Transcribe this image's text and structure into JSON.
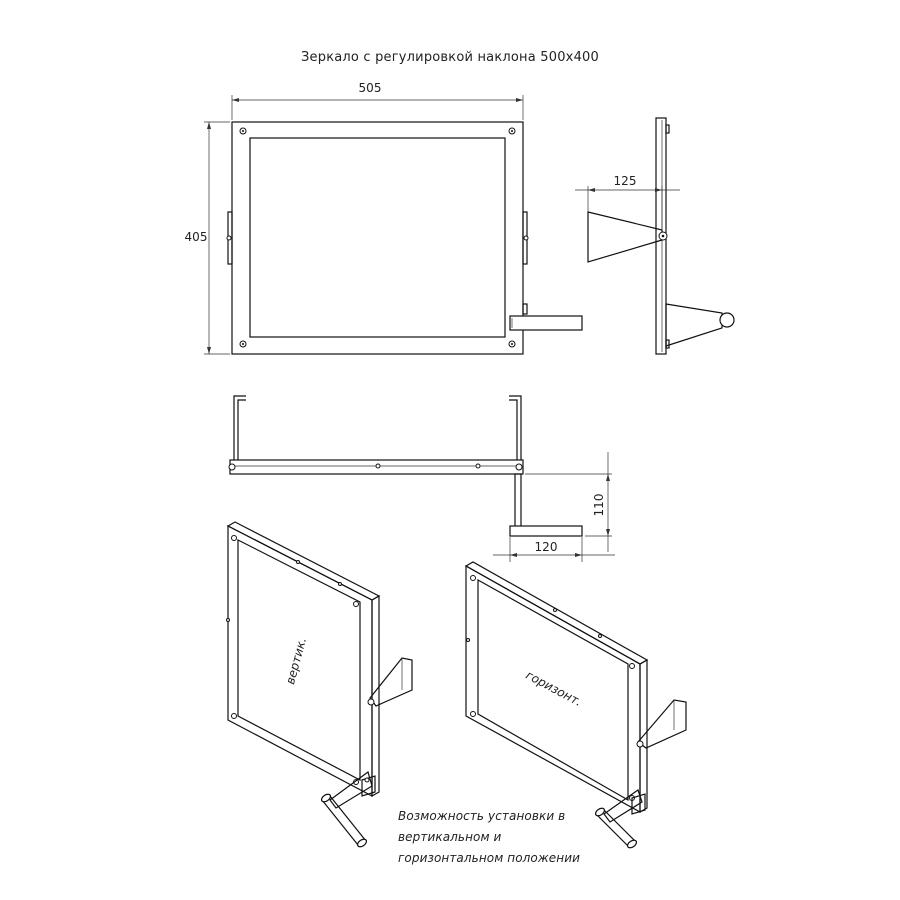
{
  "title": "Зеркало с регулировкой наклона 500х400",
  "dimensions": {
    "width": "505",
    "height": "405",
    "depth_bracket": "125",
    "handle_height": "110",
    "handle_length": "120"
  },
  "iso_labels": {
    "vertical": "вертик.",
    "horizontal": "горизонт."
  },
  "note": {
    "line1": "Возможность установки в",
    "line2": "вертикальном и",
    "line3": "горизонтальном положении"
  }
}
